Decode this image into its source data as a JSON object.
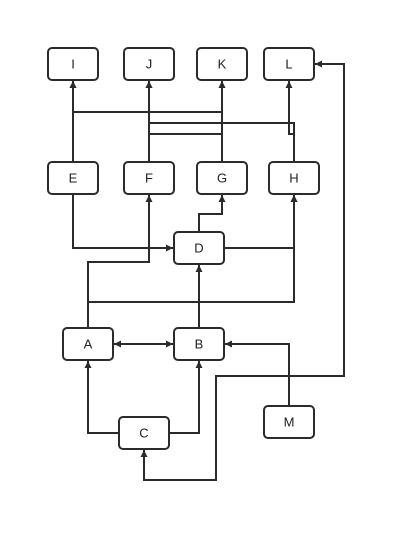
{
  "nodes": [
    {
      "id": "I",
      "label": "I"
    },
    {
      "id": "J",
      "label": "J"
    },
    {
      "id": "K",
      "label": "K"
    },
    {
      "id": "L",
      "label": "L"
    },
    {
      "id": "E",
      "label": "E"
    },
    {
      "id": "F",
      "label": "F"
    },
    {
      "id": "G",
      "label": "G"
    },
    {
      "id": "H",
      "label": "H"
    },
    {
      "id": "D",
      "label": "D"
    },
    {
      "id": "A",
      "label": "A"
    },
    {
      "id": "B",
      "label": "B"
    },
    {
      "id": "C",
      "label": "C"
    },
    {
      "id": "M",
      "label": "M"
    }
  ],
  "edges": [
    {
      "from": "E",
      "to": "I"
    },
    {
      "from": "E",
      "to": "D"
    },
    {
      "from": "F",
      "to": "J"
    },
    {
      "from": "F",
      "to": "K"
    },
    {
      "from": "G",
      "to": "K"
    },
    {
      "from": "G",
      "to": "I"
    },
    {
      "from": "H",
      "to": "L"
    },
    {
      "from": "H",
      "to": "J"
    },
    {
      "from": "D",
      "to": "G"
    },
    {
      "from": "D",
      "to": "H"
    },
    {
      "from": "A",
      "to": "F"
    },
    {
      "from": "A",
      "to": "H"
    },
    {
      "from": "A",
      "to": "B"
    },
    {
      "from": "B",
      "to": "A"
    },
    {
      "from": "B",
      "to": "D"
    },
    {
      "from": "C",
      "to": "A"
    },
    {
      "from": "C",
      "to": "B"
    },
    {
      "from": "M",
      "to": "B"
    },
    {
      "from": "M",
      "to": "L"
    },
    {
      "from": "M",
      "to": "C"
    }
  ]
}
